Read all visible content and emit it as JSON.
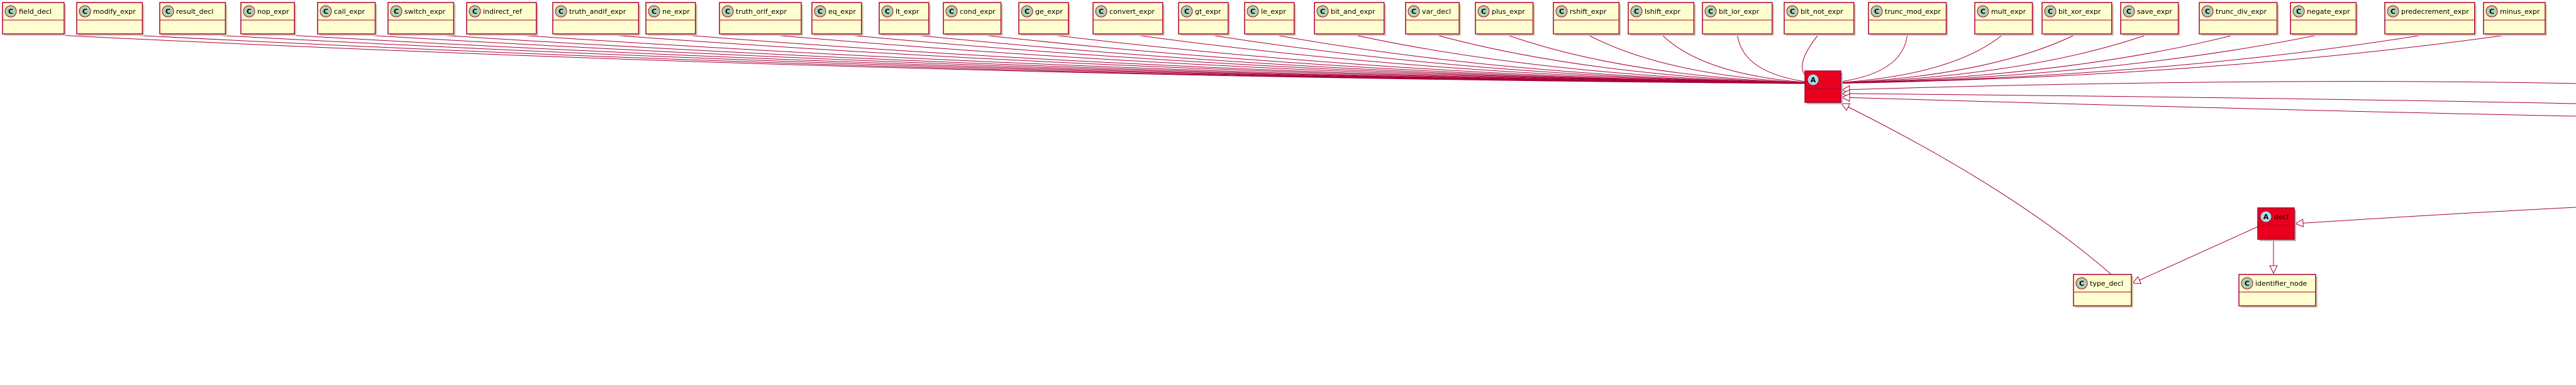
{
  "diagram": {
    "classes_top": [
      "field_decl",
      "modify_expr",
      "result_decl",
      "nop_expr",
      "call_expr",
      "switch_expr",
      "indirect_ref",
      "truth_andif_expr",
      "ne_expr",
      "truth_orif_expr",
      "eq_expr",
      "lt_expr",
      "cond_expr",
      "ge_expr",
      "convert_expr",
      "gt_expr",
      "le_expr",
      "bit_and_expr",
      "var_decl",
      "plus_expr",
      "rshift_expr",
      "lshift_expr",
      "bit_ior_expr",
      "bit_not_expr",
      "trunc_mod_expr",
      "mult_expr",
      "bit_xor_expr",
      "save_expr",
      "trunc_div_expr",
      "negate_expr",
      "predecrement_expr",
      "minus_expr"
    ],
    "abstract_main": {
      "stereotype": "A",
      "label": ""
    },
    "abstract_secondary": {
      "stereotype": "A",
      "label": "decl"
    },
    "class_type_decl": "type_decl",
    "class_identifier_node": "identifier_node",
    "class_stereotype": "C",
    "colors": {
      "border": "#a80036",
      "class_fill": "#fefece",
      "abstract_fill": "#e8001d"
    }
  }
}
